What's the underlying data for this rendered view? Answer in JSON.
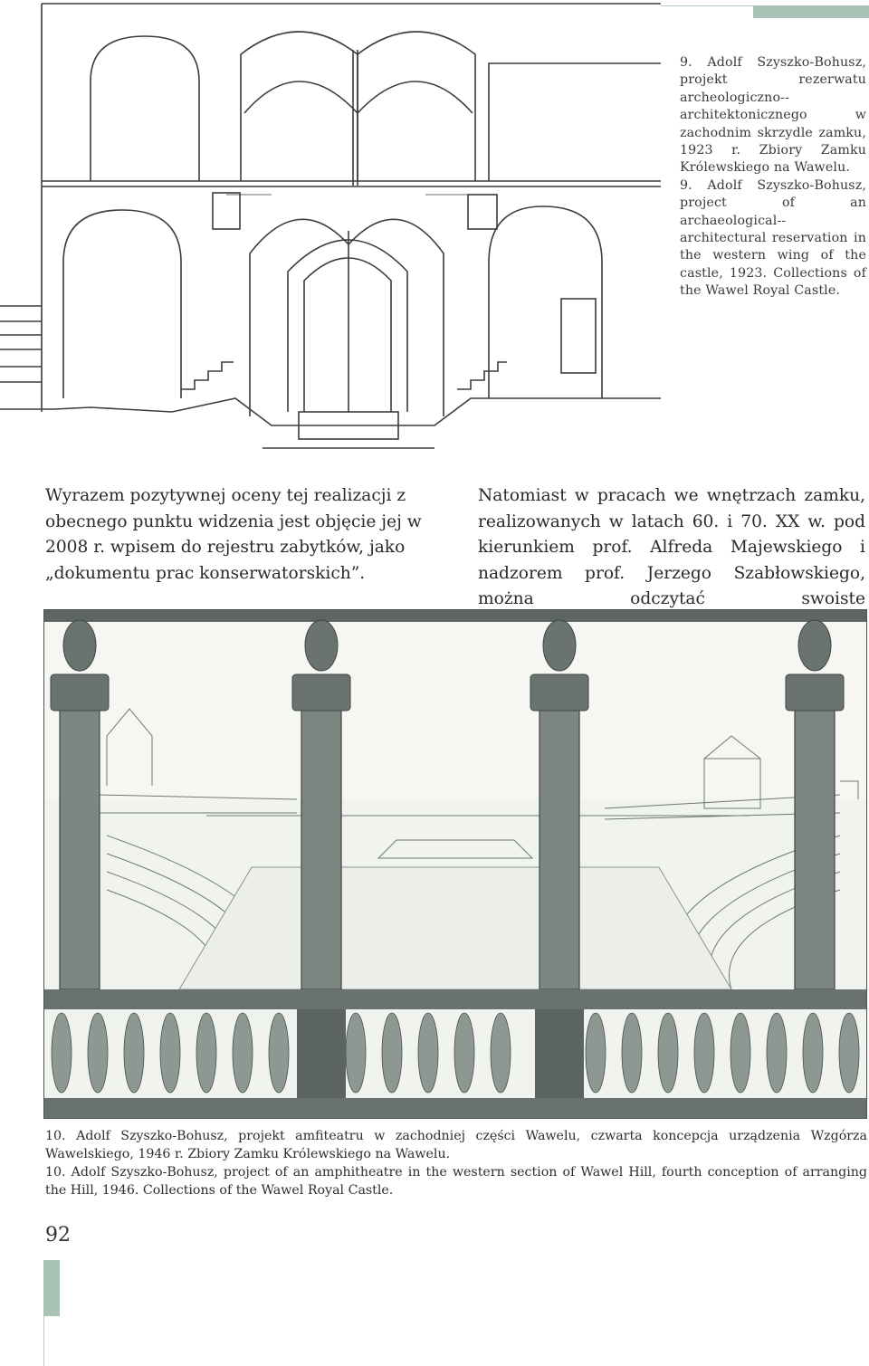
{
  "figure9": {
    "caption_pl": "9. Adolf Szyszko-Bohusz, projekt rezerwatu archeologiczno--architektonicznego w zachodnim skrzydle zamku, 1923 r. Zbiory Zamku Królewskiego na Wawelu.",
    "caption_en": "9. Adolf Szyszko-Bohusz, project of an archaeological--architectural reservation in the western wing of the castle, 1923. Collections of the Wawel Royal Castle."
  },
  "body": {
    "left_column": "Wyrazem pozytywnej oceny tej realizacji z obecnego punktu widzenia jest objęcie jej w 2008 r. wpisem do rejestru zabytków, jako „dokumentu prac konserwatorskich”.",
    "right_column": "Natomiast w pracach we wnętrzach zamku, realizowanych w latach 60. i 70. XX w. pod kierunkiem prof. Alfreda Majewskiego i nadzorem prof. Jerzego Szabłowskiego, można odczytać swoiste"
  },
  "figure10": {
    "caption_pl": "10. Adolf Szyszko-Bohusz, projekt amfiteatru w zachodniej części Wawelu, czwarta koncepcja urządzenia Wzgórza Wawelskiego, 1946 r. Zbiory Zamku Królewskiego na Wawelu.",
    "caption_en": "10. Adolf Szyszko-Bohusz, project of an amphitheatre in the western section of Wawel Hill, fourth conception of arranging the Hill, 1946. Collections of the Wawel Royal Castle."
  },
  "page_number": "92",
  "colors": {
    "accent": "#a9c4b7",
    "text": "#2a2a2a"
  }
}
